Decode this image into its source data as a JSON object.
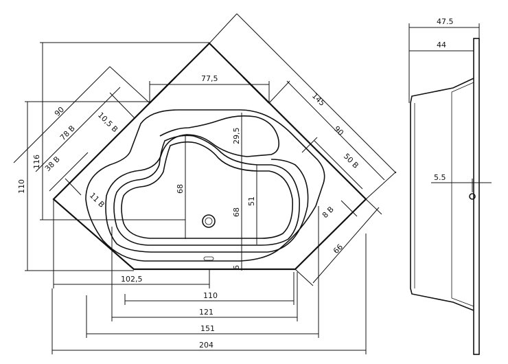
{
  "dimensions": {
    "top_width": "77,5",
    "diag_145": "145",
    "diag_90_right": "90",
    "diag_50b": "50 B",
    "diag_8b": "8 B",
    "diag_66": "66",
    "diag_90_left": "90",
    "diag_105b": "10,5 B",
    "diag_78b": "78 B",
    "diag_38b": "38 B",
    "diag_11b": "11 B",
    "v_116": "116",
    "v_110": "110",
    "inner_68_left": "68",
    "inner_295": "29,5",
    "inner_68_right": "68",
    "inner_51": "51",
    "inner_6": "6",
    "h_1025": "102,5",
    "h_110": "110",
    "h_121": "121",
    "h_151": "151",
    "h_204": "204",
    "side_475": "47.5",
    "side_44": "44",
    "side_55": "5.5"
  }
}
